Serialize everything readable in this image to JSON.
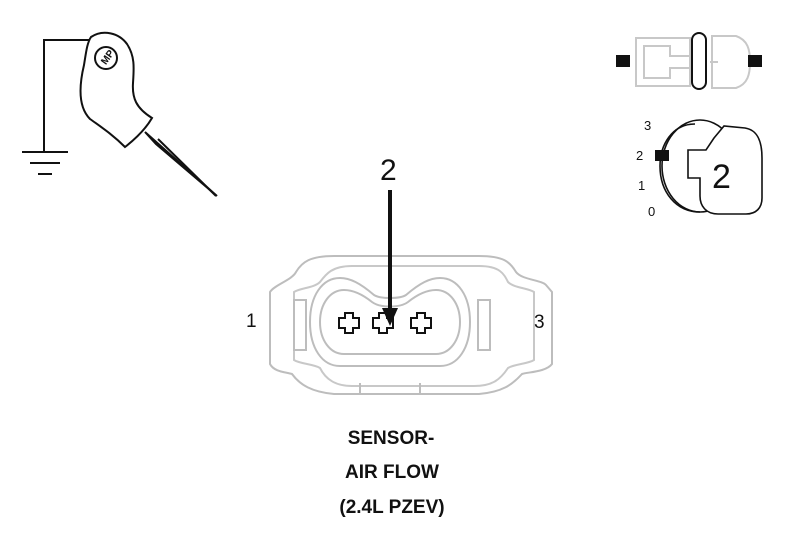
{
  "connector": {
    "pin_left": "1",
    "pin_right": "3",
    "pin_probe": "2"
  },
  "caption": {
    "line1": "SENSOR-",
    "line2": "AIR FLOW",
    "line3": "(2.4L PZEV)"
  },
  "probe": {
    "logo_text": "MP"
  },
  "ignition_key": {
    "positions": [
      "3",
      "2",
      "1",
      "0"
    ],
    "current_position": "2"
  },
  "colors": {
    "line": "#111111",
    "light_line": "#c8c8c8",
    "background": "#ffffff"
  }
}
